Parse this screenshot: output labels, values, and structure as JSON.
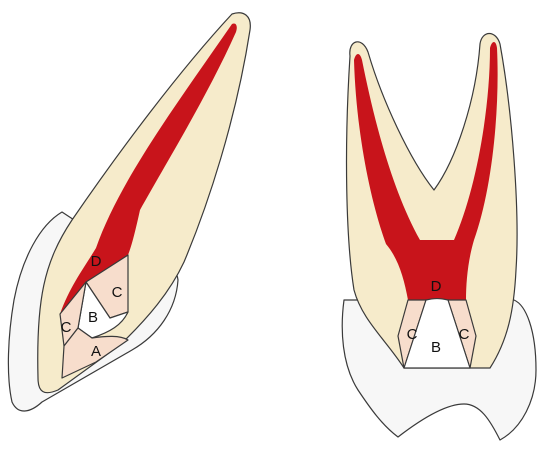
{
  "colors": {
    "pulp": "#c8141b",
    "dentin": "#f6ebcb",
    "enamel": "#f7f7f7",
    "zone_light": "#f7ddcc",
    "zone_white": "#ffffff",
    "outline": "#3a3a3a"
  },
  "left_tooth": {
    "labels": {
      "d": "D",
      "c_upper": "C",
      "c_lower": "C",
      "b": "B",
      "a": "A"
    }
  },
  "right_tooth": {
    "labels": {
      "d": "D",
      "c_left": "C",
      "c_right": "C",
      "b": "B"
    }
  }
}
